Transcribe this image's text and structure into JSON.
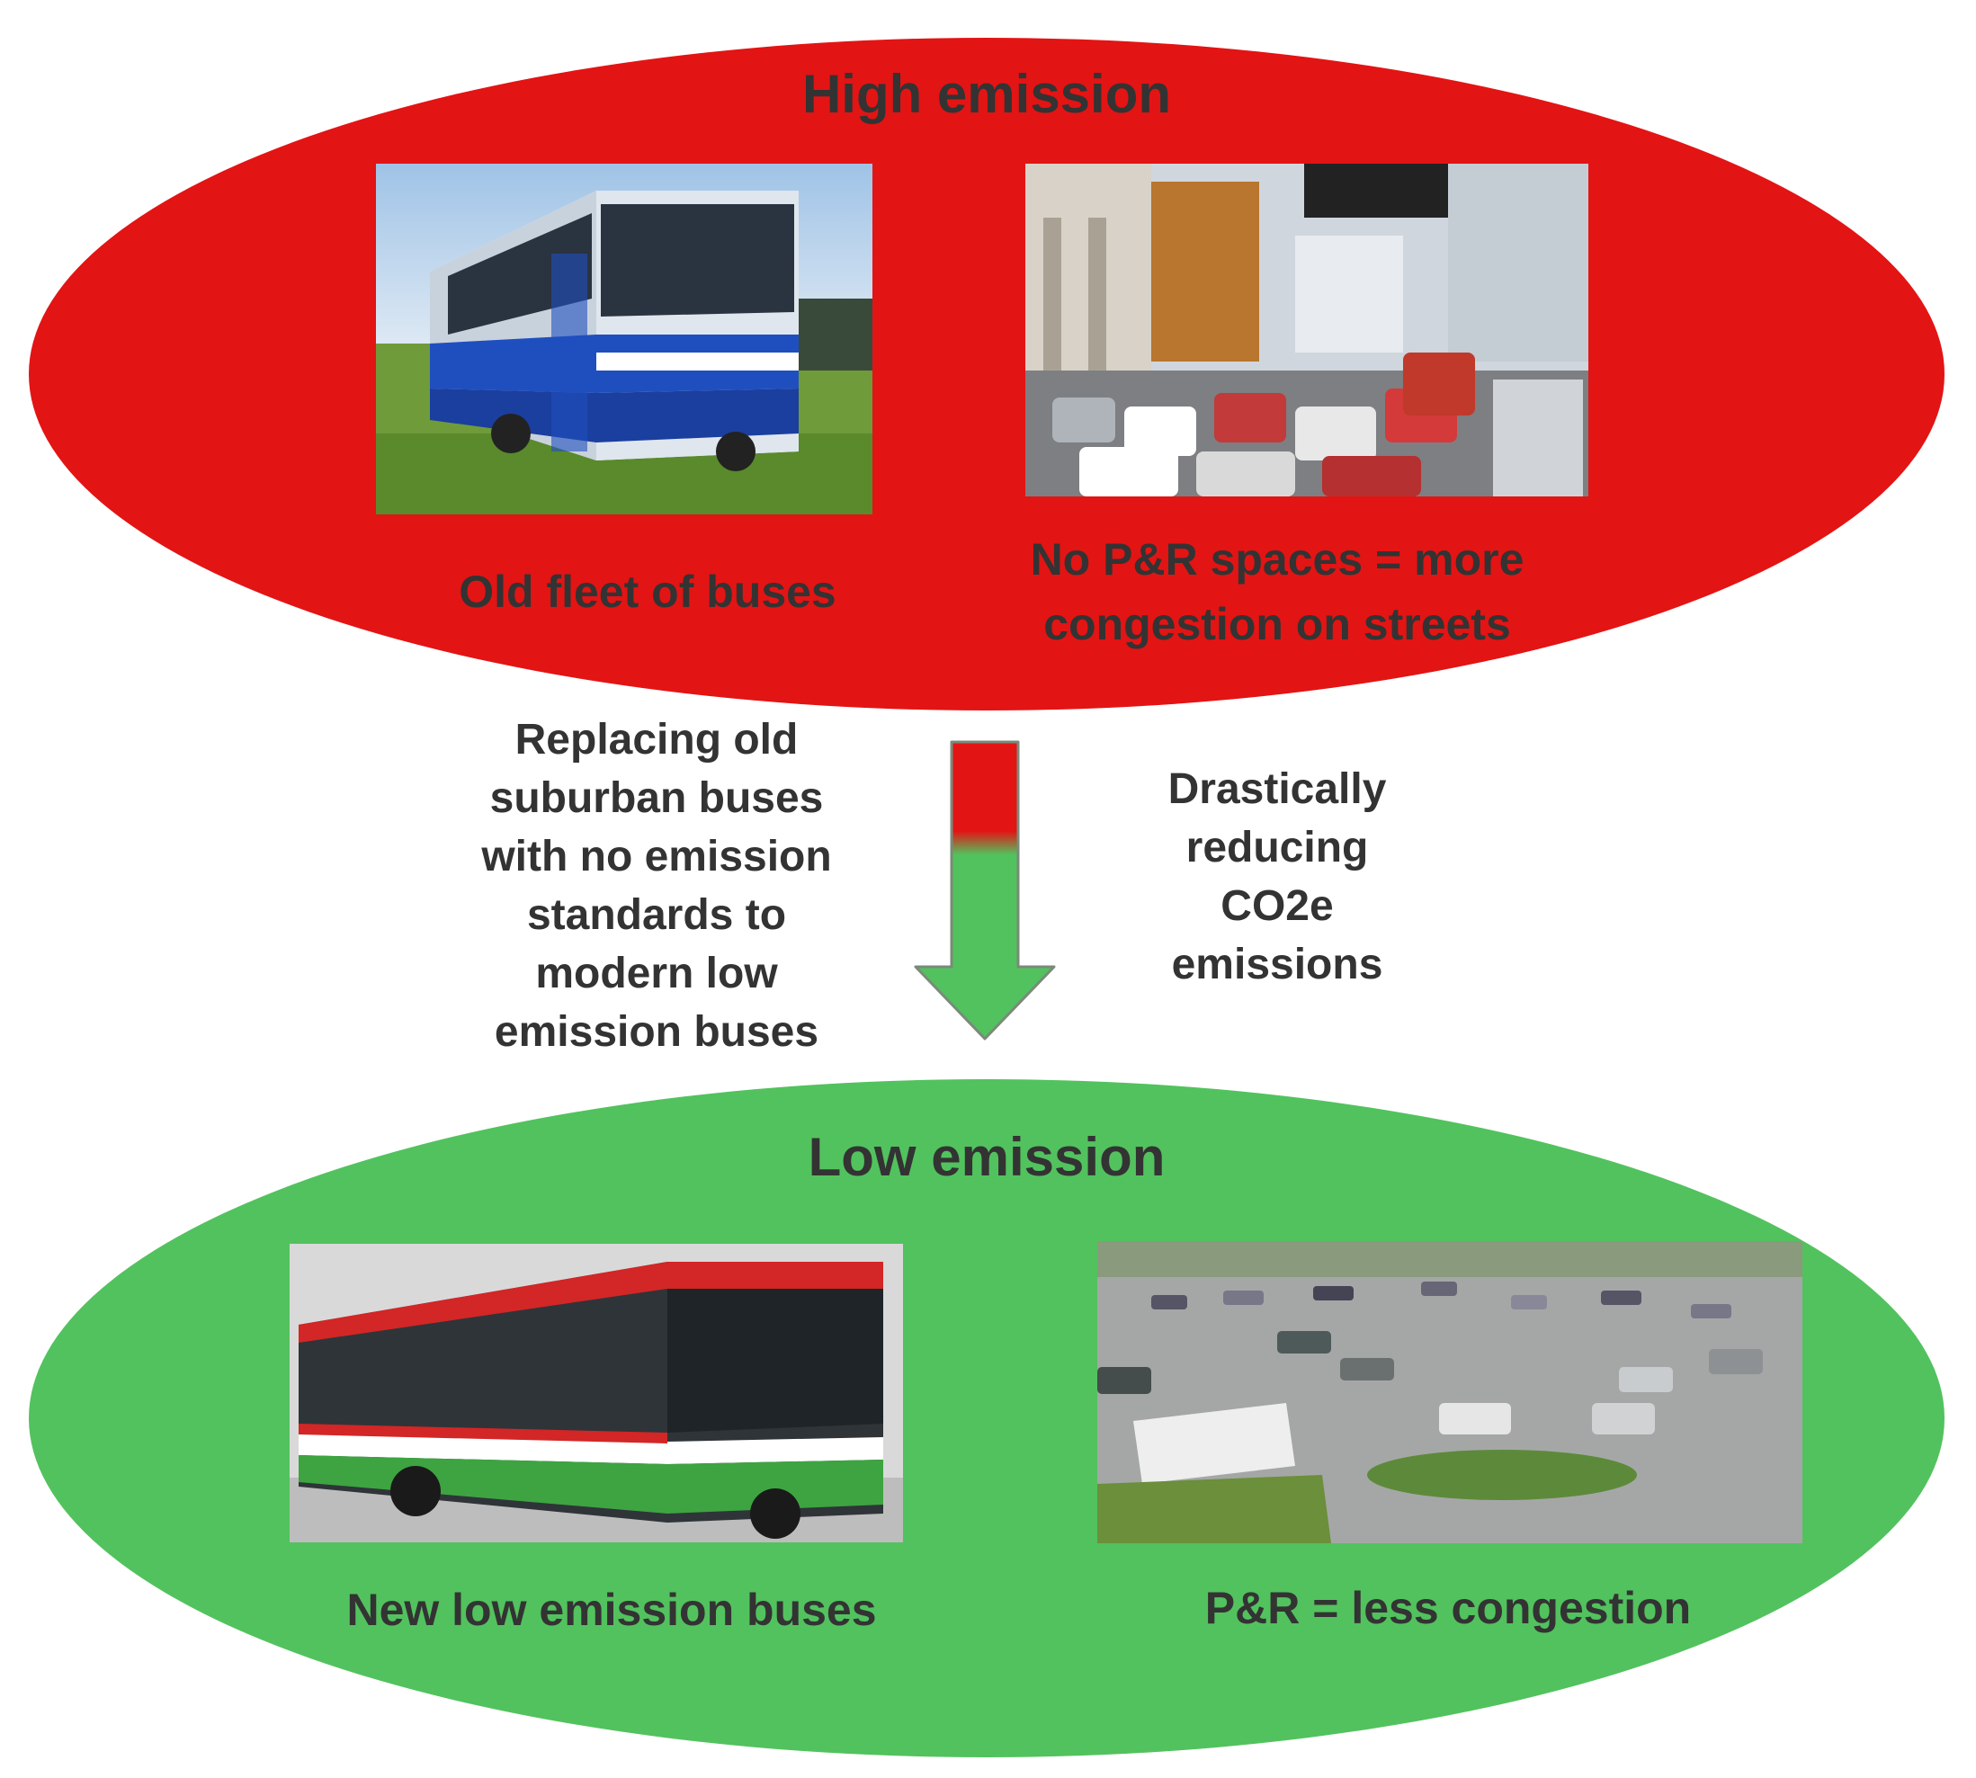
{
  "high": {
    "title": "High emission",
    "color": "#e31414",
    "left_caption": "Old fleet of buses",
    "right_caption_line1": "No P&R spaces = more",
    "right_caption_line2": "congestion on streets",
    "left_photo_icon": "old-bus-photo",
    "right_photo_icon": "traffic-jam-photo"
  },
  "transition": {
    "left_text_lines": [
      "Replacing old",
      "suburban buses",
      "with no emission",
      "standards to",
      "modern low",
      "emission buses"
    ],
    "right_text_lines": [
      "Drastically",
      "reducing",
      "CO2e",
      "emissions"
    ],
    "arrow_colors": [
      "#e31414",
      "#52c25e"
    ]
  },
  "low": {
    "title": "Low emission",
    "color": "#52c25e",
    "left_caption": "New low emission buses",
    "right_caption": "P&R = less congestion",
    "left_photo_icon": "new-bus-photo",
    "right_photo_icon": "park-and-ride-photo"
  }
}
